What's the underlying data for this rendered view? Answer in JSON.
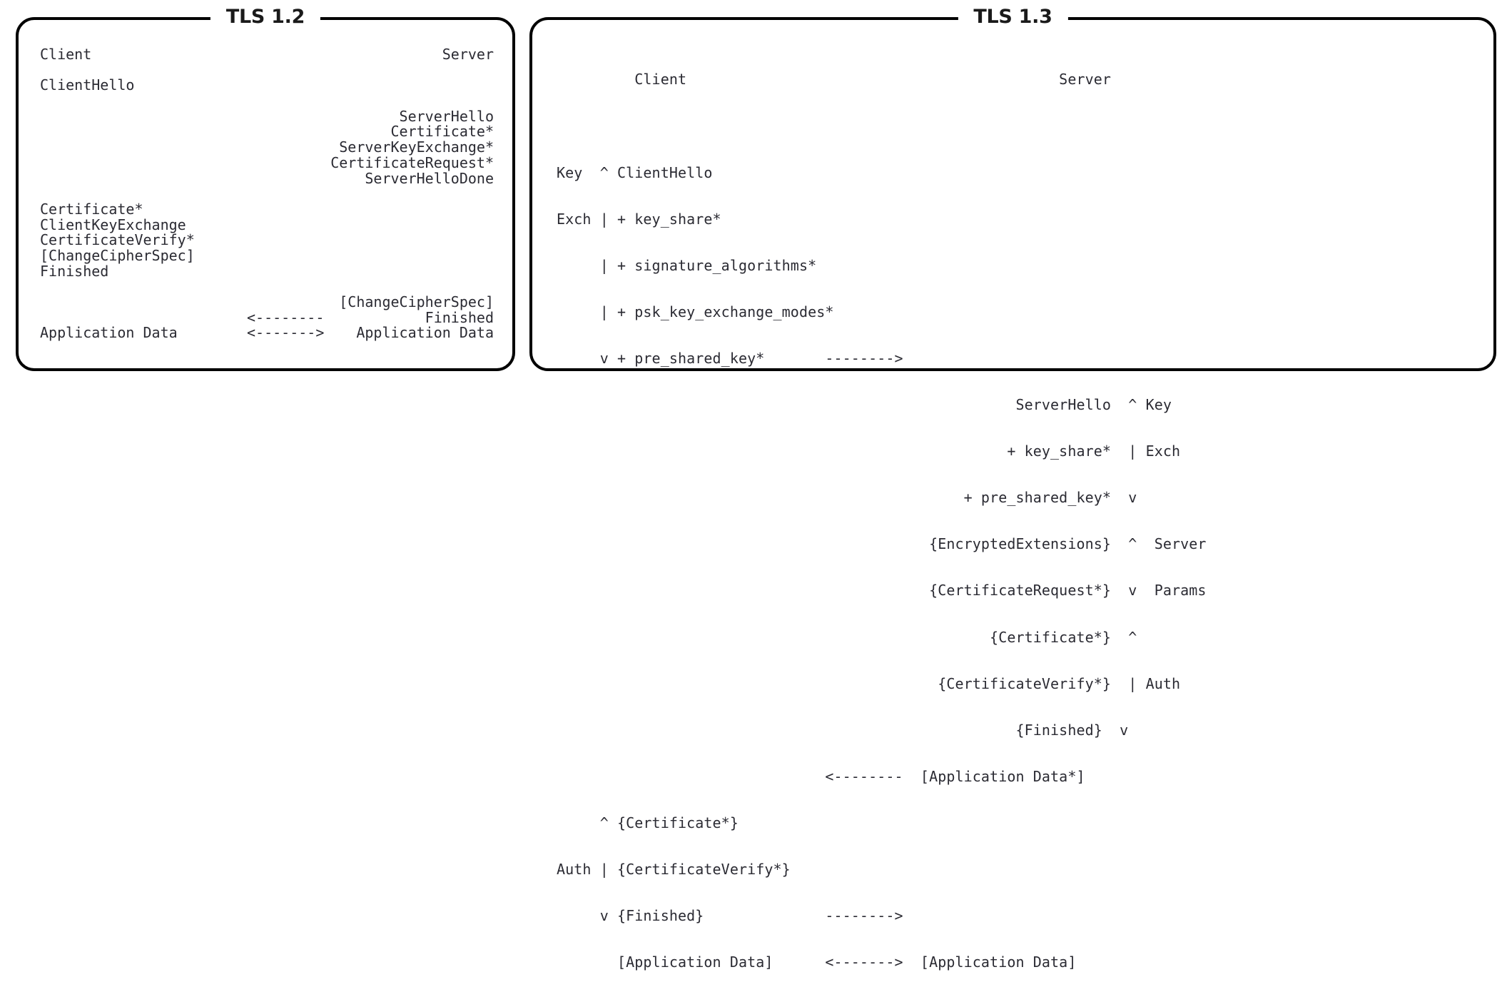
{
  "page": {
    "background": "#ffffff",
    "text_color": "#2b2b33",
    "border_color": "#000000"
  },
  "panels": [
    {
      "id": "tls12",
      "title": "TLS 1.2",
      "roles": {
        "client": "Client",
        "server": "Server"
      },
      "rows": [
        {
          "left": "Client",
          "mid": "",
          "right": "Server"
        },
        {
          "left": "",
          "mid": "",
          "right": ""
        },
        {
          "left": "ClientHello",
          "mid": "",
          "right": ""
        },
        {
          "left": "",
          "mid": "",
          "right": ""
        },
        {
          "left": "",
          "mid": "",
          "right": "ServerHello"
        },
        {
          "left": "",
          "mid": "",
          "right": "Certificate*"
        },
        {
          "left": "",
          "mid": "",
          "right": "ServerKeyExchange*"
        },
        {
          "left": "",
          "mid": "",
          "right": "CertificateRequest*"
        },
        {
          "left": "",
          "mid": "",
          "right": "ServerHelloDone"
        },
        {
          "left": "",
          "mid": "",
          "right": ""
        },
        {
          "left": "Certificate*",
          "mid": "",
          "right": ""
        },
        {
          "left": "ClientKeyExchange",
          "mid": "",
          "right": ""
        },
        {
          "left": "CertificateVerify*",
          "mid": "",
          "right": ""
        },
        {
          "left": "[ChangeCipherSpec]",
          "mid": "",
          "right": ""
        },
        {
          "left": "Finished",
          "mid": "",
          "right": ""
        },
        {
          "left": "",
          "mid": "",
          "right": ""
        },
        {
          "left": "",
          "mid": "",
          "right": "[ChangeCipherSpec]"
        },
        {
          "left": "",
          "mid": "<--------",
          "right": "Finished"
        },
        {
          "left": "Application Data",
          "mid": "<------->",
          "right": "Application Data"
        }
      ]
    },
    {
      "id": "tls13",
      "title": "TLS 1.3",
      "roles": {
        "client": "Client",
        "server": "Server"
      },
      "header_line": "         Client                                           Server",
      "lines": [
        "         Client                                           Server",
        "",
        "Key  ^ ClientHello",
        "Exch | + key_share*",
        "     | + signature_algorithms*",
        "     | + psk_key_exchange_modes*",
        "     v + pre_shared_key*       -------->",
        "                                                     ServerHello  ^ Key",
        "                                                    + key_share*  | Exch",
        "                                               + pre_shared_key*  v",
        "                                           {EncryptedExtensions}  ^  Server",
        "                                           {CertificateRequest*}  v  Params",
        "                                                  {Certificate*}  ^",
        "                                            {CertificateVerify*}  | Auth",
        "                                                     {Finished}  v",
        "                               <--------  [Application Data*]",
        "     ^ {Certificate*}",
        "Auth | {CertificateVerify*}",
        "     v {Finished}              -------->",
        "       [Application Data]      <------->  [Application Data]"
      ]
    }
  ]
}
